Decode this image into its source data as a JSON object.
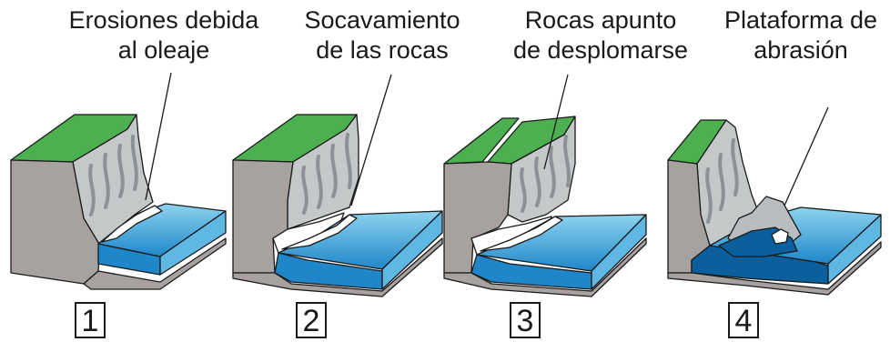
{
  "stages": [
    {
      "label_line1": "Erosiones debida",
      "label_line2": "al oleaje",
      "number": "1"
    },
    {
      "label_line1": "Socavamiento",
      "label_line2": "de las rocas",
      "number": "2"
    },
    {
      "label_line1": "Rocas apunto",
      "label_line2": "de desplomarse",
      "number": "3"
    },
    {
      "label_line1": "Plataforma de",
      "label_line2": "abrasión",
      "number": "4"
    }
  ],
  "colors": {
    "grass": "#4caf50",
    "rock_side": "#a7a29f",
    "cliff_face": "#c4c8c9",
    "cliff_streaks": "#8d9194",
    "water_light": "#8ed3ee",
    "water_deep": "#1f87c9",
    "water_darkest": "#0a5f9c",
    "foam": "#ffffff",
    "outline": "#1a1a1a"
  }
}
